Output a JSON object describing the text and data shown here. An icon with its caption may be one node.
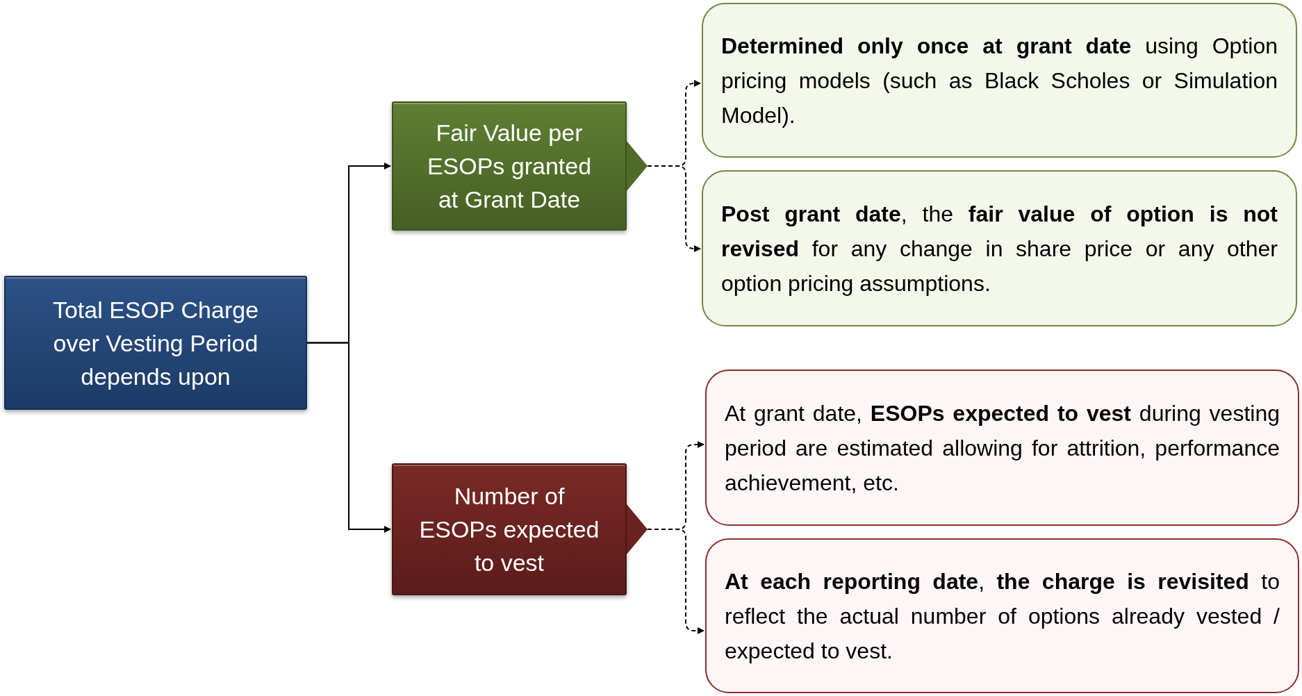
{
  "diagram": {
    "nodes": [
      {
        "text": [
          "Total ESOP Charge over Vesting Period depends upon"
        ]
      },
      {
        "text": [
          "Fair Value per ESOPs granted at Grant Date"
        ]
      },
      {
        "text": [
          "Number of ESOPs expected to vest"
        ]
      },
      {
        "text": [
          "**Determined only once at grant date** using Option pricing models (such as Black Scholes or Simulation Model)."
        ]
      },
      {
        "text": [
          "**Post grant date**, the **fair value of option is not revised** for any change in share price or any other option pricing assumptions."
        ]
      },
      {
        "text": [
          "At grant date, **ESOPs expected to vest** during vesting period are estimated allowing for attrition, performance achievement, etc."
        ]
      },
      {
        "text": [
          "**At each reporting date**, **the charge is revisited** to reflect the actual number of options already vested / expected to vest."
        ]
      }
    ],
    "edges": [
      {
        "from": 0,
        "to": 1,
        "arrow": "to"
      },
      {
        "from": 0,
        "to": 2,
        "arrow": "to"
      },
      {
        "from": 1,
        "to": 3,
        "arrow": "to",
        "style": "dashed"
      },
      {
        "from": 1,
        "to": 4,
        "arrow": "to",
        "style": "dashed"
      },
      {
        "from": 2,
        "to": 5,
        "arrow": "to",
        "style": "dashed"
      },
      {
        "from": 2,
        "to": 6,
        "arrow": "to",
        "style": "dashed"
      }
    ]
  }
}
